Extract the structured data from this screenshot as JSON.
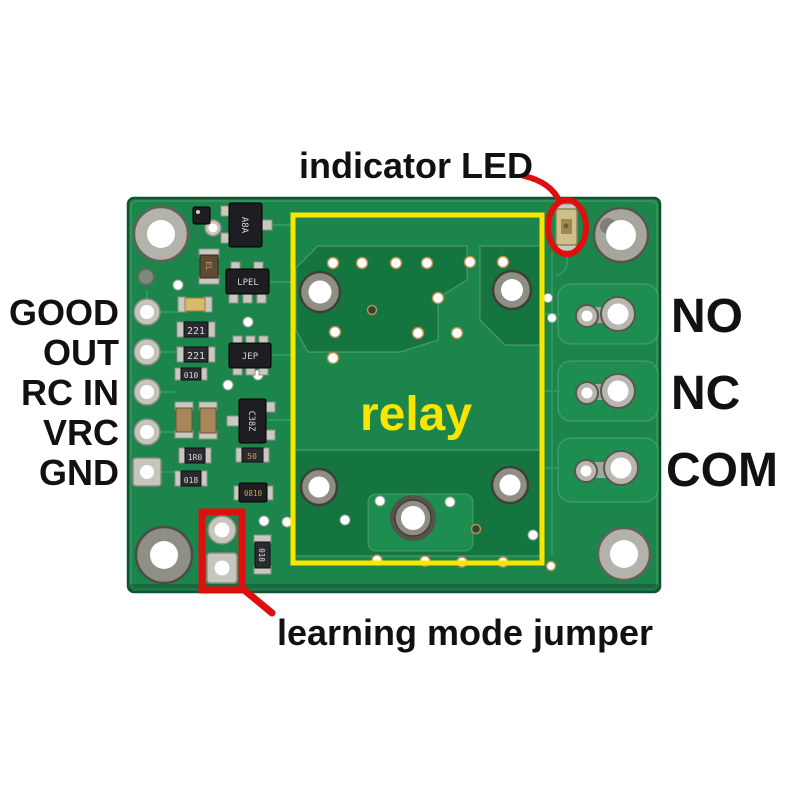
{
  "annotations": {
    "indicator_led_label": "indicator LED",
    "relay_label": "relay",
    "learning_mode_jumper_label": "learning mode jumper"
  },
  "pin_labels": {
    "left": [
      {
        "label": "GOOD"
      },
      {
        "label": "OUT"
      },
      {
        "label": "RC IN"
      },
      {
        "label": "VRC"
      },
      {
        "label": "GND"
      }
    ],
    "right": [
      {
        "label": "NO"
      },
      {
        "label": "NC"
      },
      {
        "label": "COM"
      }
    ]
  },
  "component_markings": {
    "q1": "A8A",
    "c1": "EL",
    "ic1": "LPEL",
    "r1": "221",
    "r2": "221",
    "r3": "010",
    "ic2": "JEP",
    "q2": "C38Z",
    "d1": "50",
    "r4": "1R0",
    "r5": "018",
    "d2": "0810",
    "r6": "010"
  },
  "colors": {
    "background_white": "#ffffff",
    "board_green": "#1c854b",
    "copper_region_green": "#15753f",
    "annotation_yellow": "#f8e600",
    "annotation_red": "#df0f0f",
    "label_black": "#111111",
    "pad_silver": "#b7b7af"
  }
}
